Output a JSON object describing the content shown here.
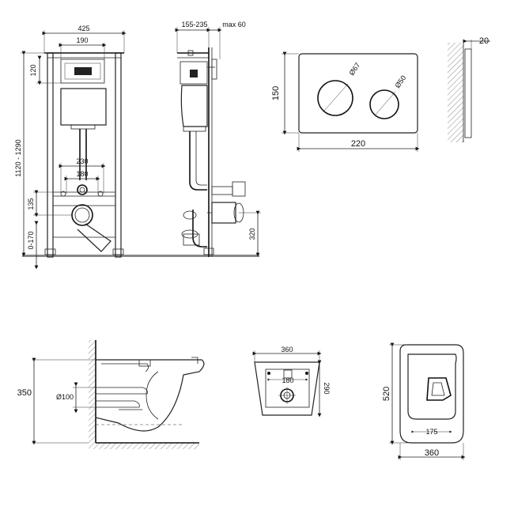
{
  "front_view": {
    "width_total": "425",
    "width_top_panel": "190",
    "height_top_panel": "120",
    "height_total": "1120 - 1290",
    "width_outer_studs": "230",
    "width_inner_studs": "180",
    "height_studs": "135",
    "height_floor": "0-170"
  },
  "side_view": {
    "depth_adjust": "155-235",
    "depth_max": "max 60",
    "height_outlet": "320"
  },
  "flush_plate": {
    "height": "150",
    "width": "220",
    "button_large": "Ø67",
    "button_small": "Ø50",
    "thickness": "20"
  },
  "toilet_side": {
    "height": "350",
    "outlet_diameter": "Ø100"
  },
  "toilet_rear": {
    "width": "360",
    "height": "290",
    "bolt_spacing": "180"
  },
  "toilet_top": {
    "length": "520",
    "width": "360",
    "seat_spacing": "175"
  }
}
